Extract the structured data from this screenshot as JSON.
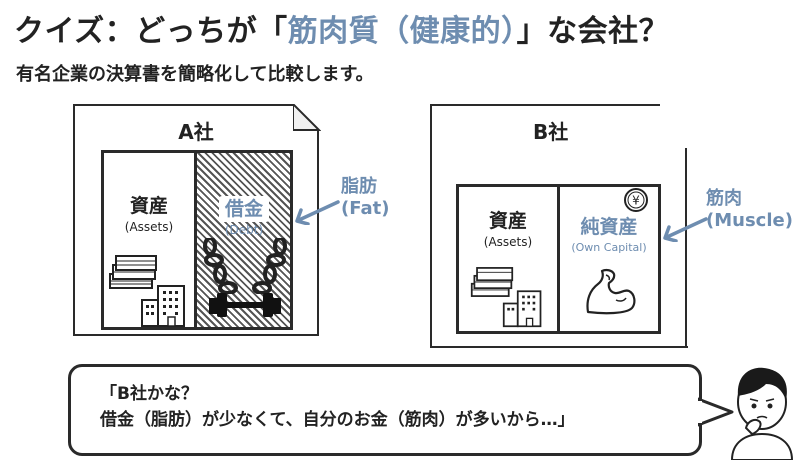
{
  "title": {
    "prefix": "クイズ：どっちが「",
    "accent": "筋肉質（健康的）",
    "suffix": "」な会社？"
  },
  "subtitle": "有名企業の決算書を簡略化して比較します。",
  "company_a": {
    "name": "A社",
    "assets_label": "資産",
    "assets_sub": "(Assets)",
    "debt_label": "借金",
    "debt_sub": "(Debt)",
    "annotation": [
      "脂肪",
      "(Fat)"
    ]
  },
  "company_b": {
    "name": "B社",
    "assets_label": "資産",
    "assets_sub": "(Assets)",
    "equity_label": "純資産",
    "equity_sub": "(Own Capital)",
    "annotation": [
      "筋肉",
      "(Muscle)"
    ],
    "coin_symbol": "¥"
  },
  "speech": {
    "line1": "「B社かな？",
    "line2": "借金（脂肪）が少なくて、自分のお金（筋肉）が多いから…」"
  },
  "colors": {
    "accent": "#6e8db0",
    "ink": "#2a2a2a"
  },
  "icons": [
    "money-stack-icon",
    "building-icon",
    "chain-icon",
    "dumbbell-icon",
    "coin-icon",
    "flexed-arm-icon",
    "thinking-person-icon"
  ]
}
